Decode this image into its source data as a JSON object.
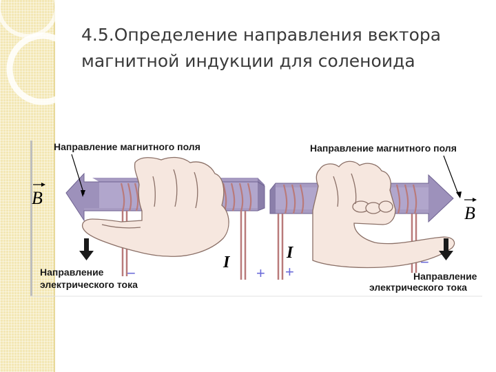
{
  "slide": {
    "title": "4.5.Определение направления вектора магнитной индукции для соленоида"
  },
  "figure": {
    "left_panel": {
      "field_label": "Направление магнитного поля",
      "vector_symbol": "B",
      "current_label_line1": "Направление",
      "current_label_line2": "электрического тока",
      "current_symbol": "I",
      "wire_sign_minus": "−",
      "wire_sign_plus": "+"
    },
    "right_panel": {
      "field_label": "Направление магнитного поля",
      "vector_symbol": "B",
      "current_label_line1": "Направление",
      "current_label_line2": "электрического тока",
      "current_symbol": "I",
      "wire_sign_plus": "+",
      "wire_sign_minus": "−"
    }
  },
  "colors": {
    "sidebar": "#f3e7b4",
    "bar": "#a79bc2",
    "bar_shadow": "#8b7faa",
    "coil": "#b97a7a",
    "skin": "#f6e7df",
    "skin_outline": "#8a6f66",
    "sign": "#6b6bd9"
  }
}
